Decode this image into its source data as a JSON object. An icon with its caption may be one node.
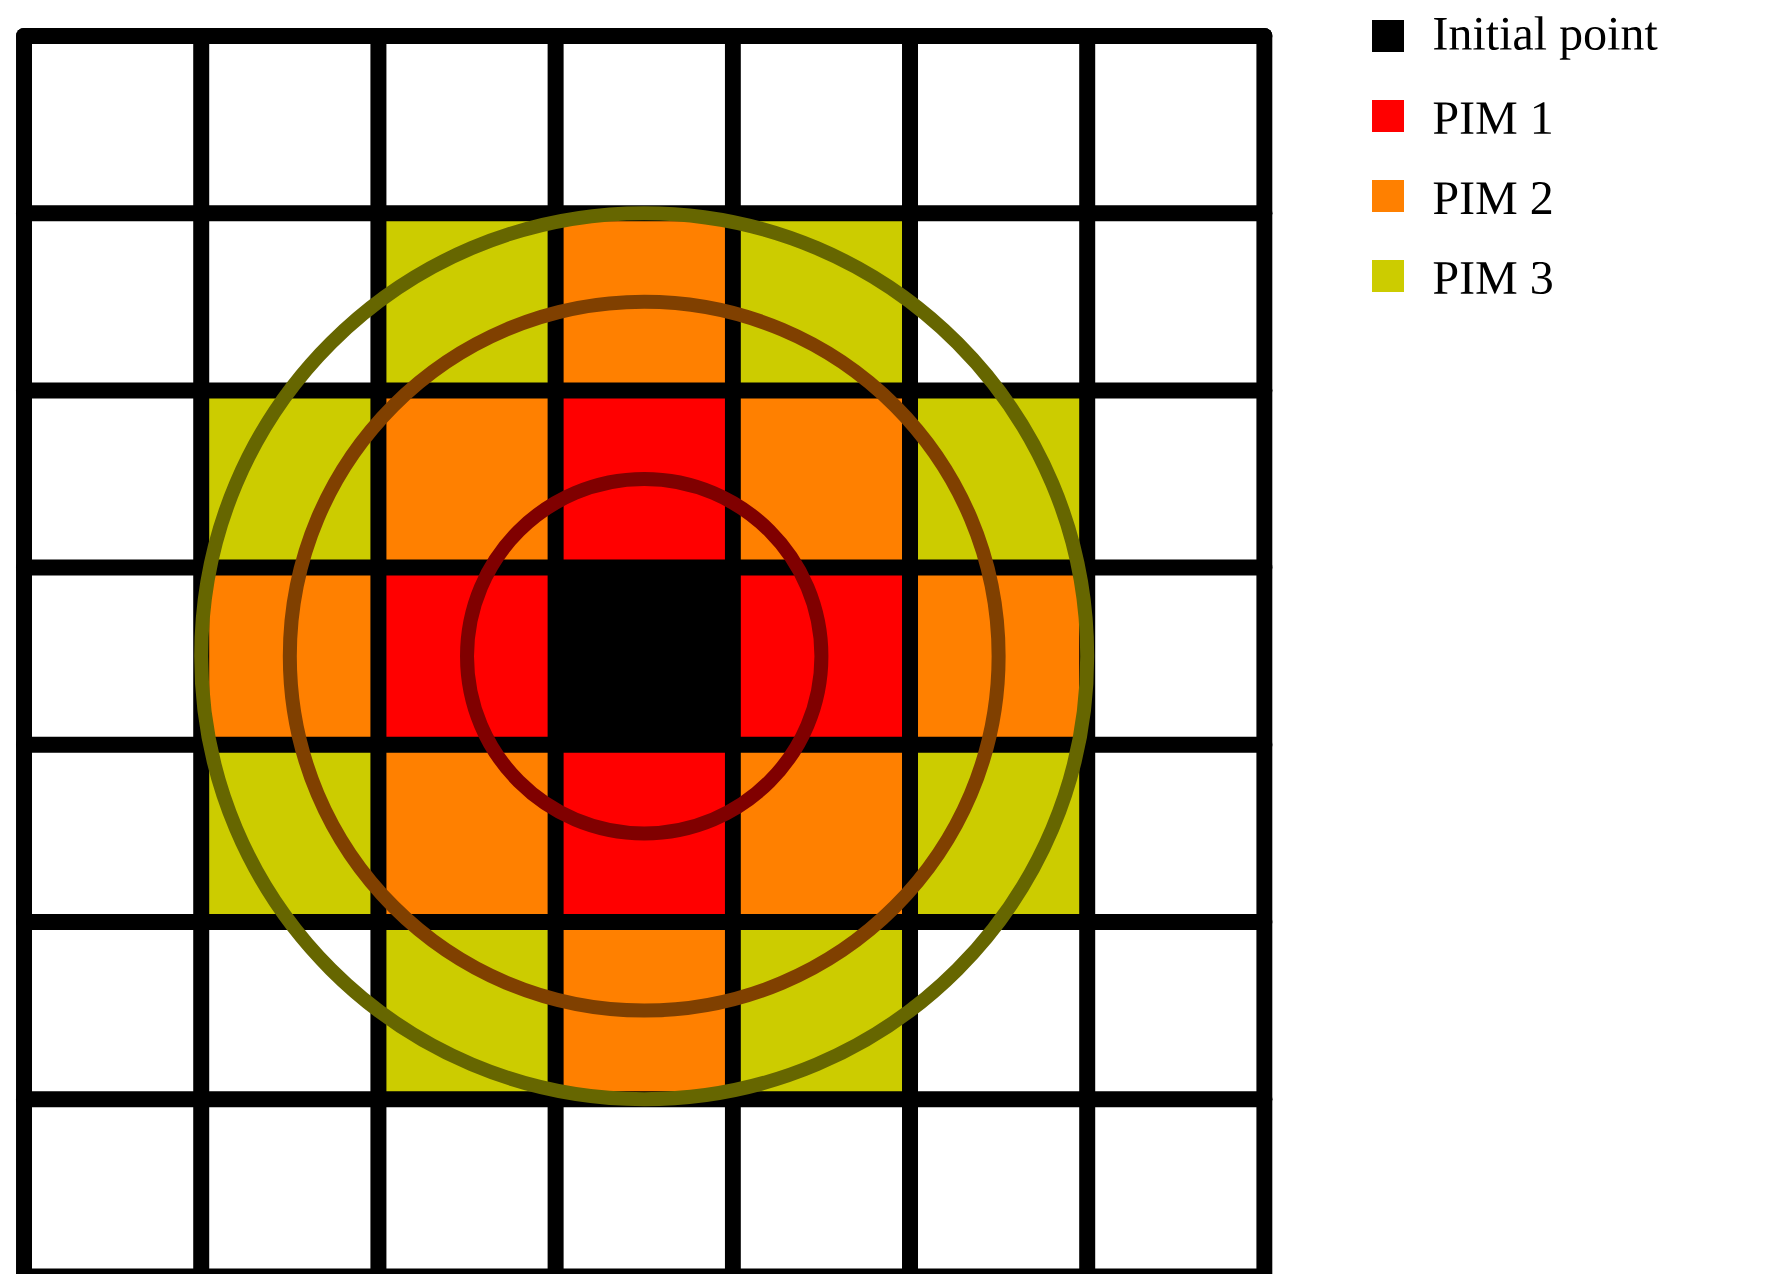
{
  "diagram": {
    "legend": [
      {
        "text": "Initial point",
        "color": "#000000"
      },
      {
        "text": "PIM 1",
        "color": "#ff0000"
      },
      {
        "text": "PIM 2",
        "color": "#ff8000"
      },
      {
        "text": "PIM 3",
        "color": "#cccc00"
      }
    ]
  }
}
